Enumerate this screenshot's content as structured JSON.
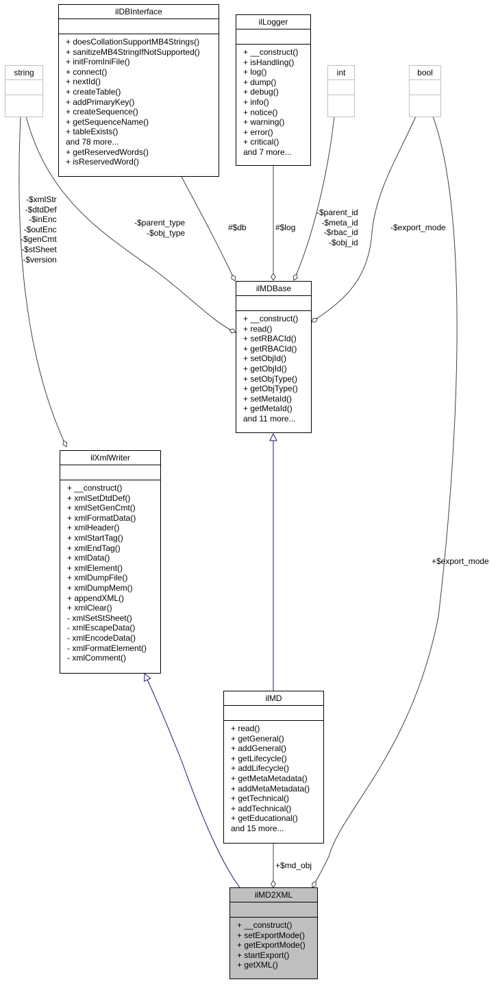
{
  "classes": {
    "string": {
      "name": "string",
      "ops": []
    },
    "int": {
      "name": "int",
      "ops": []
    },
    "bool": {
      "name": "bool",
      "ops": []
    },
    "ilDBInterface": {
      "name": "ilDBInterface",
      "ops": [
        "+ doesCollationSupportMB4Strings()",
        "+ sanitizeMB4StringIfNotSupported()",
        "+ initFromIniFile()",
        "+ connect()",
        "+ nextId()",
        "+ createTable()",
        "+ addPrimaryKey()",
        "+ createSequence()",
        "+ getSequenceName()",
        "+ tableExists()",
        "and 78 more...",
        "+ getReservedWords()",
        "+ isReservedWord()"
      ]
    },
    "ilLogger": {
      "name": "ilLogger",
      "ops": [
        "+ __construct()",
        "+ isHandling()",
        "+ log()",
        "+ dump()",
        "+ debug()",
        "+ info()",
        "+ notice()",
        "+ warning()",
        "+ error()",
        "+ critical()",
        "and 7 more..."
      ]
    },
    "ilMDBase": {
      "name": "ilMDBase",
      "ops": [
        "+ __construct()",
        "+ read()",
        "+ setRBACId()",
        "+ getRBACId()",
        "+ setObjId()",
        "+ getObjId()",
        "+ setObjType()",
        "+ getObjType()",
        "+ setMetaId()",
        "+ getMetaId()",
        "and 11 more..."
      ]
    },
    "ilXmlWriter": {
      "name": "ilXmlWriter",
      "ops": [
        "+ __construct()",
        "+ xmlSetDtdDef()",
        "+ xmlSetGenCmt()",
        "+ xmlFormatData()",
        "+ xmlHeader()",
        "+ xmlStartTag()",
        "+ xmlEndTag()",
        "+ xmlData()",
        "+ xmlElement()",
        "+ xmlDumpFile()",
        "+ xmlDumpMem()",
        "+ appendXML()",
        "+ xmlClear()",
        "- xmlSetStSheet()",
        "- xmlEscapeData()",
        "- xmlEncodeData()",
        "- xmlFormatElement()",
        "- xmlComment()"
      ]
    },
    "ilMD": {
      "name": "ilMD",
      "ops": [
        "+ read()",
        "+ getGeneral()",
        "+ addGeneral()",
        "+ getLifecycle()",
        "+ addLifecycle()",
        "+ getMetaMetadata()",
        "+ addMetaMetadata()",
        "+ getTechnical()",
        "+ addTechnical()",
        "+ getEducational()",
        "and 15 more..."
      ]
    },
    "ilMD2XML": {
      "name": "ilMD2XML",
      "ops": [
        "+ __construct()",
        "+ setExportMode()",
        "+ getExportMode()",
        "+ startExport()",
        "+ getXML()"
      ]
    }
  },
  "edge_labels": {
    "string_to_xmlwriter": [
      "-$xmlStr",
      "-$dtdDef",
      "-$inEnc",
      "-$outEnc",
      "-$genCmt",
      "-$stSheet",
      "-$version"
    ],
    "string_to_mdbase": [
      "-$parent_type",
      "-$obj_type"
    ],
    "db": [
      "#$db"
    ],
    "log": [
      "#$log"
    ],
    "int_to_mdbase": [
      "-$parent_id",
      "-$meta_id",
      "-$rbac_id",
      "-$obj_id"
    ],
    "bool_to_mdbase": [
      "-$export_mode"
    ],
    "bool_to_md2xml": [
      "+$export_mode"
    ],
    "md_obj": [
      "+$md_obj"
    ]
  },
  "colors": {
    "inheritance": "#191970",
    "association": "#404040",
    "focus_fill": "#bfbfbf",
    "primitive_border": "#bfbfbf"
  }
}
